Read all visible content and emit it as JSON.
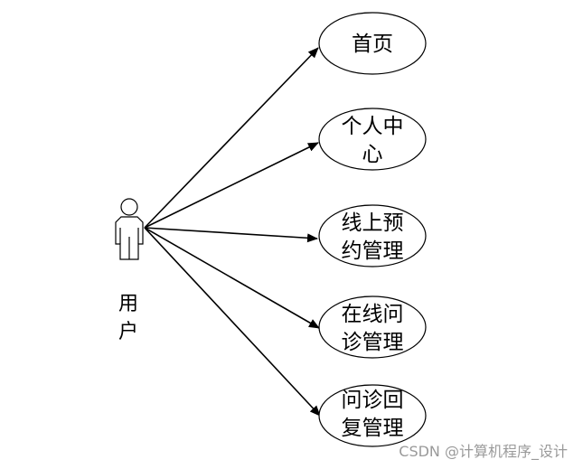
{
  "actor": {
    "label_lines": [
      "用",
      "户"
    ]
  },
  "use_cases": [
    {
      "id": "home",
      "lines": [
        "首页"
      ]
    },
    {
      "id": "personal-center",
      "lines": [
        "个人中",
        "心"
      ]
    },
    {
      "id": "online-booking",
      "lines": [
        "线上预",
        "约管理"
      ]
    },
    {
      "id": "online-consult",
      "lines": [
        "在线问",
        "诊管理"
      ]
    },
    {
      "id": "consult-reply",
      "lines": [
        "问诊回",
        "复管理"
      ]
    }
  ],
  "watermark": "CSDN @计算机程序_设计",
  "colors": {
    "stroke": "#000000",
    "background": "#ffffff",
    "watermark": "#9a9a9a"
  }
}
